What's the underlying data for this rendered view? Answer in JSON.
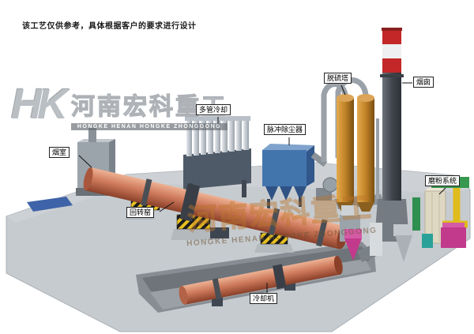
{
  "disclaimer": "该工艺仅供参考，具体根据客户的要求进行设计",
  "watermark": {
    "hk": "HK",
    "company_cn": "河南宏科重工",
    "company_en": "HONGKE HENAN HONGKE ZHONGGONG"
  },
  "labels": {
    "smoke_chamber": "烟室",
    "multi_tube_cooling": "多管冷却",
    "pulse_dust_collector": "脉冲除尘器",
    "desulfurization_tower": "脱硫塔",
    "chimney": "烟囱",
    "rotary_kiln": "回转窑",
    "cooling_machine": "冷却机",
    "grinding_system": "磨粉系统"
  },
  "equipment_colors": {
    "kiln_shell": "#cf7a5c",
    "dust_collector_blue": "#4375ad",
    "desulfurization_tower_tan": "#c08226",
    "chimney_band_red": "#c32727",
    "platform_gray": "#c6cbcf",
    "magenta_unit": "#c23a8c",
    "green_duct": "#37984f",
    "yellow_pipe": "#e0bb1d"
  }
}
